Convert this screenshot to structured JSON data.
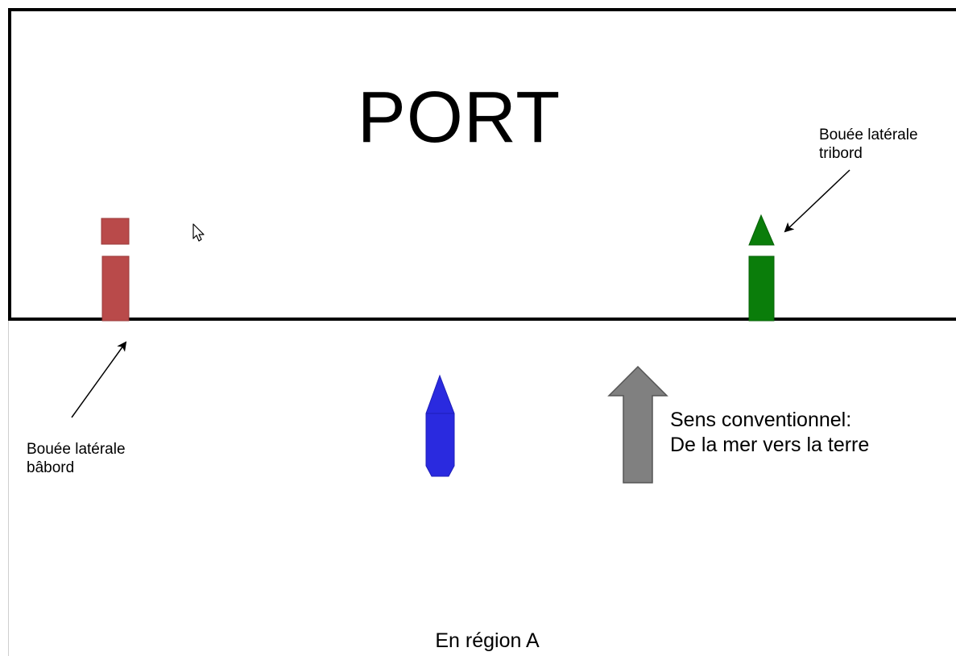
{
  "diagram": {
    "title": "PORT",
    "buoys": {
      "starboard": {
        "label_lines": [
          "Bouée latérale",
          "tribord"
        ],
        "color": "#0a7d0a",
        "shape": "cone-top"
      },
      "port": {
        "label_lines": [
          "Bouée latérale",
          "bâbord"
        ],
        "color": "#b94a4a",
        "shape": "can-top"
      }
    },
    "boat": {
      "color": "#2a2adf",
      "icon": "boat-icon"
    },
    "direction": {
      "label_lines": [
        "Sens conventionnel:",
        "De la mer vers la terre"
      ],
      "arrow_color": "#808080",
      "icon": "up-arrow-icon"
    },
    "region": "En région A",
    "cursor_icon": "mouse-pointer-icon"
  }
}
